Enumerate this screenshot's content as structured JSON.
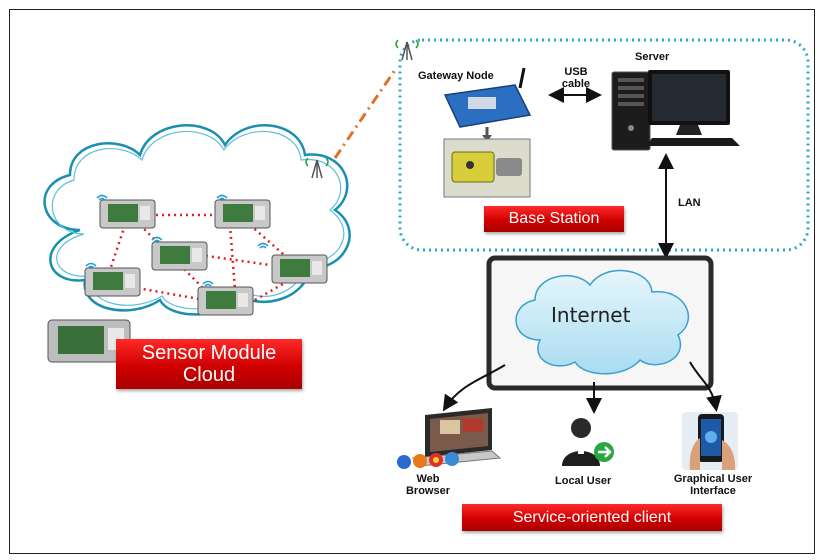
{
  "labels": {
    "gateway_node": "Gateway Node",
    "usb_cable_line1": "USB",
    "usb_cable_line2": "cable",
    "server": "Server",
    "base_station": "Base Station",
    "lan": "LAN",
    "internet": "Internet",
    "sensor_module_cloud_line1": "Sensor Module",
    "sensor_module_cloud_line2": "Cloud",
    "web_browser_line1": "Web",
    "web_browser_line2": "Browser",
    "local_user": "Local User",
    "gui_line1": "Graphical User",
    "gui_line2": "Interface",
    "service_oriented_client": "Service-oriented client"
  },
  "colors": {
    "banner_red": "#d00000",
    "cloud_fill": "#bfe6f5",
    "cloud_stroke": "#1a8fb0",
    "dotted_link": "#e02020",
    "wireless_dash": "#e0702a",
    "base_station_border": "#2aa8c8"
  },
  "icons": [
    "antenna-icon",
    "wifi-icon",
    "sensor-board-icon",
    "gateway-board-icon",
    "server-tower-icon",
    "monitor-icon",
    "laptop-icon",
    "user-icon",
    "smartphone-icon"
  ]
}
